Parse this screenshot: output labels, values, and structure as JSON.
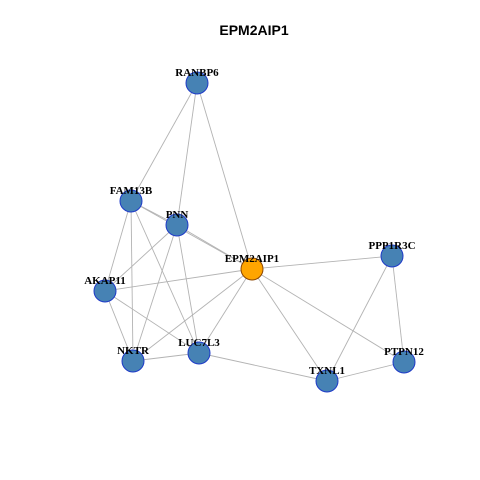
{
  "title": "EPM2AIP1",
  "colors": {
    "hub_fill": "#FFA500",
    "hub_stroke": "#8B4500",
    "node_fill": "#4682B4",
    "node_stroke": "#1E3AC8",
    "edge": "#B3B3B3"
  },
  "nodes": [
    {
      "id": "RANBP6",
      "label": "RANBP6",
      "hub": false
    },
    {
      "id": "FAM13B",
      "label": "FAM13B",
      "hub": false
    },
    {
      "id": "PNN",
      "label": "PNN",
      "hub": false
    },
    {
      "id": "EPM2AIP1",
      "label": "EPM2AIP1",
      "hub": true
    },
    {
      "id": "PPP1R3C",
      "label": "PPP1R3C",
      "hub": false
    },
    {
      "id": "AKAP11",
      "label": "AKAP11",
      "hub": false
    },
    {
      "id": "NKTR",
      "label": "NKTR",
      "hub": false
    },
    {
      "id": "LUC7L3",
      "label": "LUC7L3",
      "hub": false
    },
    {
      "id": "TXNL1",
      "label": "TXNL1",
      "hub": false
    },
    {
      "id": "PTPN12",
      "label": "PTPN12",
      "hub": false
    }
  ],
  "edges": [
    [
      "RANBP6",
      "FAM13B"
    ],
    [
      "RANBP6",
      "PNN"
    ],
    [
      "RANBP6",
      "EPM2AIP1"
    ],
    [
      "FAM13B",
      "PNN"
    ],
    [
      "FAM13B",
      "EPM2AIP1"
    ],
    [
      "FAM13B",
      "AKAP11"
    ],
    [
      "FAM13B",
      "NKTR"
    ],
    [
      "FAM13B",
      "LUC7L3"
    ],
    [
      "PNN",
      "EPM2AIP1"
    ],
    [
      "PNN",
      "AKAP11"
    ],
    [
      "PNN",
      "NKTR"
    ],
    [
      "PNN",
      "LUC7L3"
    ],
    [
      "EPM2AIP1",
      "PPP1R3C"
    ],
    [
      "EPM2AIP1",
      "AKAP11"
    ],
    [
      "EPM2AIP1",
      "NKTR"
    ],
    [
      "EPM2AIP1",
      "LUC7L3"
    ],
    [
      "EPM2AIP1",
      "TXNL1"
    ],
    [
      "EPM2AIP1",
      "PTPN12"
    ],
    [
      "AKAP11",
      "NKTR"
    ],
    [
      "AKAP11",
      "LUC7L3"
    ],
    [
      "NKTR",
      "LUC7L3"
    ],
    [
      "LUC7L3",
      "TXNL1"
    ],
    [
      "PPP1R3C",
      "TXNL1"
    ],
    [
      "PPP1R3C",
      "PTPN12"
    ],
    [
      "TXNL1",
      "PTPN12"
    ]
  ]
}
